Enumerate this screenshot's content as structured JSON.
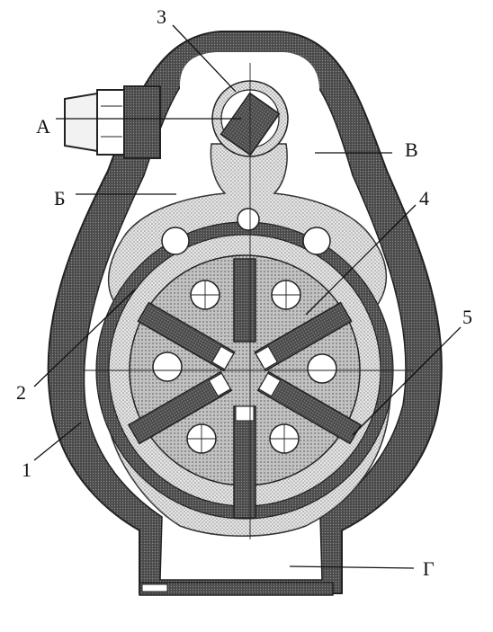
{
  "diagram": {
    "labels": {
      "part_1": "1",
      "part_2": "2",
      "part_3": "3",
      "part_4": "4",
      "part_5": "5",
      "point_A": "А",
      "point_B": "Б",
      "point_V": "В",
      "point_G": "Г"
    },
    "colors": {
      "housing": "#5c5c5c",
      "body_fill": "#d4d4d4",
      "rotor_fill": "#b8b8b8",
      "vane": "#5a5a5a",
      "hole_fill": "#ffffff",
      "line": "#111111"
    }
  }
}
